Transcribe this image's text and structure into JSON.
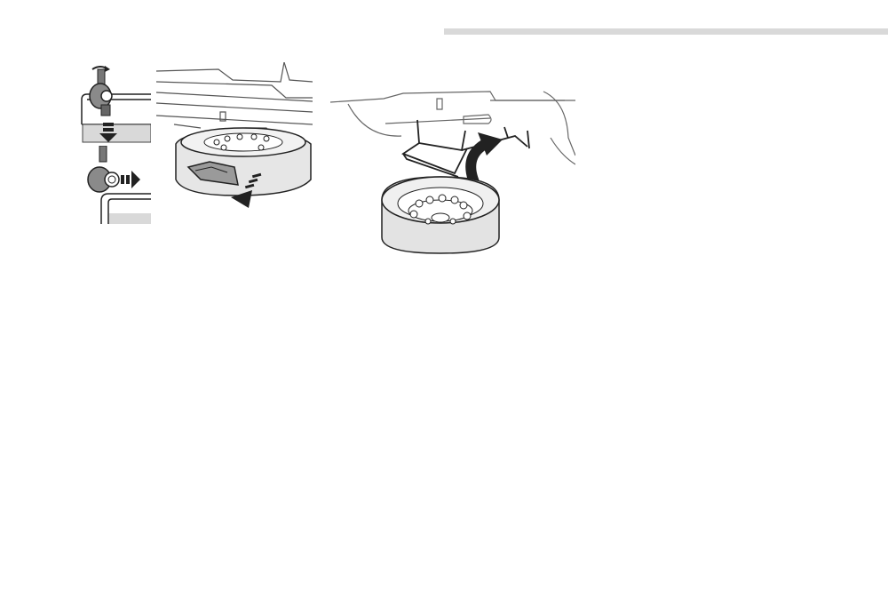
{
  "page": {
    "header_bar_color": "#d9d9d9",
    "background": "#ffffff"
  },
  "illustrations": [
    {
      "id": "hook-release-step-1",
      "icons": [
        "hook-icon",
        "down-arrow-icon"
      ]
    },
    {
      "id": "hook-release-step-2",
      "icons": [
        "hook-icon",
        "pull-arrow-icon"
      ]
    },
    {
      "id": "lower-spare-wheel",
      "icons": [
        "spare-wheel-icon",
        "down-arrow-icon"
      ]
    },
    {
      "id": "remove-wheel-from-cradle",
      "icons": [
        "cradle-icon",
        "spare-wheel-icon",
        "curved-arrow-icon"
      ]
    }
  ],
  "colors": {
    "line": "#222222",
    "tire_fill": "#dcdcdc",
    "gray_fill": "#9a9a9a",
    "dark_fill": "#555555",
    "light_body": "#ededed"
  }
}
